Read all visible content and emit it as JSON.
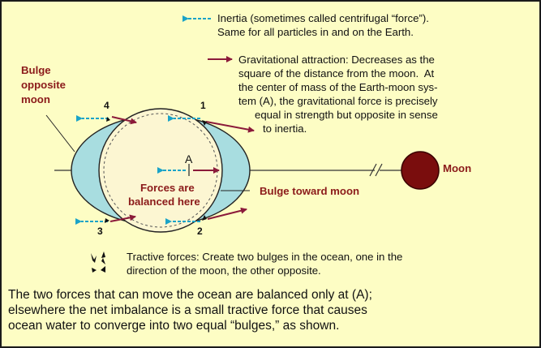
{
  "legend": {
    "inertia_line1": "Inertia (sometimes called centrifugal “force”).",
    "inertia_line2": "Same for all particles in and on the Earth.",
    "gravity_lines": [
      "Gravitational attraction: Decreases as the",
      "square of the distance from the moon.  At",
      "the center of mass of the Earth-moon sys-",
      "tem (A), the gravitational force is precisely",
      "equal in strength but opposite in sense",
      "to inertia."
    ],
    "tractive_line1": "Tractive forces: Create two bulges in the ocean, one in the",
    "tractive_line2": "direction of the moon, the other opposite."
  },
  "labels": {
    "bulge_opposite": [
      "Bulge",
      "opposite",
      "moon"
    ],
    "forces_balanced": [
      "Forces are",
      "balanced here"
    ],
    "bulge_toward": "Bulge toward moon",
    "moon": "Moon",
    "point_a": "A",
    "points": [
      "1",
      "2",
      "3",
      "4"
    ]
  },
  "footer_lines": [
    "The two forces that can move the ocean are balanced only at (A);",
    "elsewhere the net imbalance is a small tractive force that causes",
    "ocean water to converge into two equal “bulges,” as shown."
  ],
  "colors": {
    "background": "#fdfdc4",
    "inertia_arrow": "#1aa3c8",
    "gravity_arrow": "#8b1a3a",
    "ocean": "#a8dde0",
    "earth": "#fcf6d2",
    "moon": "#7a0d0d",
    "red_label": "#8b1a1a"
  }
}
